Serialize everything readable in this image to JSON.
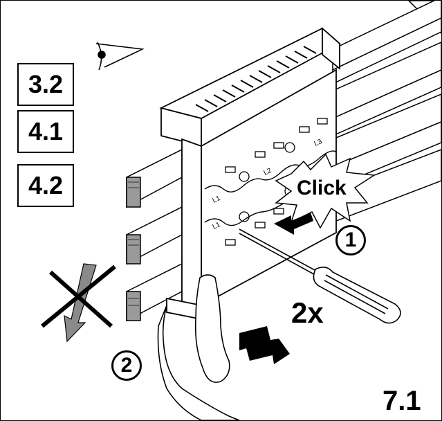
{
  "references": [
    "3.2",
    "4.1",
    "4.2"
  ],
  "callouts": {
    "click": "Click",
    "repeat": "2x",
    "figure_number": "7.1"
  },
  "steps": [
    "1",
    "2"
  ],
  "terminal_labels": {
    "l1_top": "L1",
    "l2": "L2",
    "l3": "L3",
    "l1_bottom": "L1"
  },
  "icons": {
    "view": "eye-view-icon",
    "prohibited": "no-tilt-prohibited-icon",
    "release_arrow": "pull-direction-arrow-icon"
  }
}
